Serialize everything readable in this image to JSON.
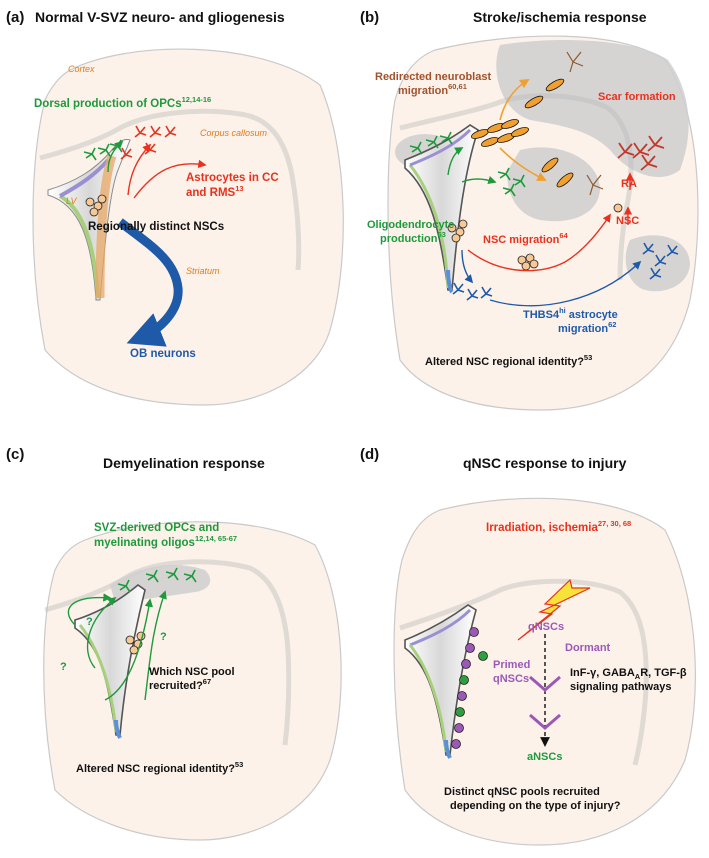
{
  "panel_a": {
    "letter": "(a)",
    "title": "Normal V-SVZ neuro- and gliogenesis",
    "cortex": "Cortex",
    "opc_text": "Dorsal production of OPCs",
    "opc_refs": "12,14-16",
    "corpus_callosum": "Corpus callosum",
    "astro_line1": "Astrocytes in CC",
    "astro_line2": "and RMS",
    "astro_refs": "13",
    "lv": "LV",
    "nsc_text": "Regionally distinct NSCs",
    "striatum": "Striatum",
    "ob_text": "OB neurons"
  },
  "panel_b": {
    "letter": "(b)",
    "title": "Stroke/ischemia response",
    "redir_line1": "Redirected neuroblast",
    "redir_line2": "migration",
    "redir_refs": "60,61",
    "scar": "Scar formation",
    "ra": "RA",
    "nsc": "NSC",
    "oligo_line1": "Oligodendrocyte",
    "oligo_line2": "production",
    "oligo_refs": "63",
    "nsc_mig": "NSC migration",
    "nsc_mig_refs": "64",
    "thbs_a": "THBS4",
    "thbs_sup": "hi",
    "thbs_b": " astrocyte",
    "thbs_line2": "migration",
    "thbs_refs": "62",
    "altered": "Altered NSC regional identity?",
    "altered_refs": "53"
  },
  "panel_c": {
    "letter": "(c)",
    "title": "Demyelination response",
    "opc_line1": "SVZ-derived OPCs and",
    "opc_line2": "myelinating oligos",
    "opc_refs": "12,14, 65-67",
    "q": "?",
    "which_line1": "Which NSC pool",
    "which_line2": "recruited?",
    "which_refs": "67",
    "altered": "Altered NSC regional identity?",
    "altered_refs": "53"
  },
  "panel_d": {
    "letter": "(d)",
    "title": "qNSC response to injury",
    "irr": "Irradiation, ischemia",
    "irr_refs": "27, 30, 68",
    "qnscs": "qNSCs",
    "dormant": "Dormant",
    "primed_line1": "Primed",
    "primed_line2": "qNSCs",
    "sig_line1": "InF-γ, GABA",
    "sig_sub": "A",
    "sig_line1b": "R, TGF-β",
    "sig_line2": "signaling pathways",
    "ansc": "aNSCs",
    "distinct_line1": "Distinct qNSC pools recruited",
    "distinct_line2": "depending on the type of injury?"
  },
  "colors": {
    "brain_fill": "#fdf2ea",
    "green": "#1e9a3c",
    "red": "#e8321e",
    "blue": "#1f5aa8",
    "orange_text": "#e07a1a",
    "brown": "#a0522d",
    "purple": "#9b59b6",
    "gray": "#cfcfcf"
  }
}
